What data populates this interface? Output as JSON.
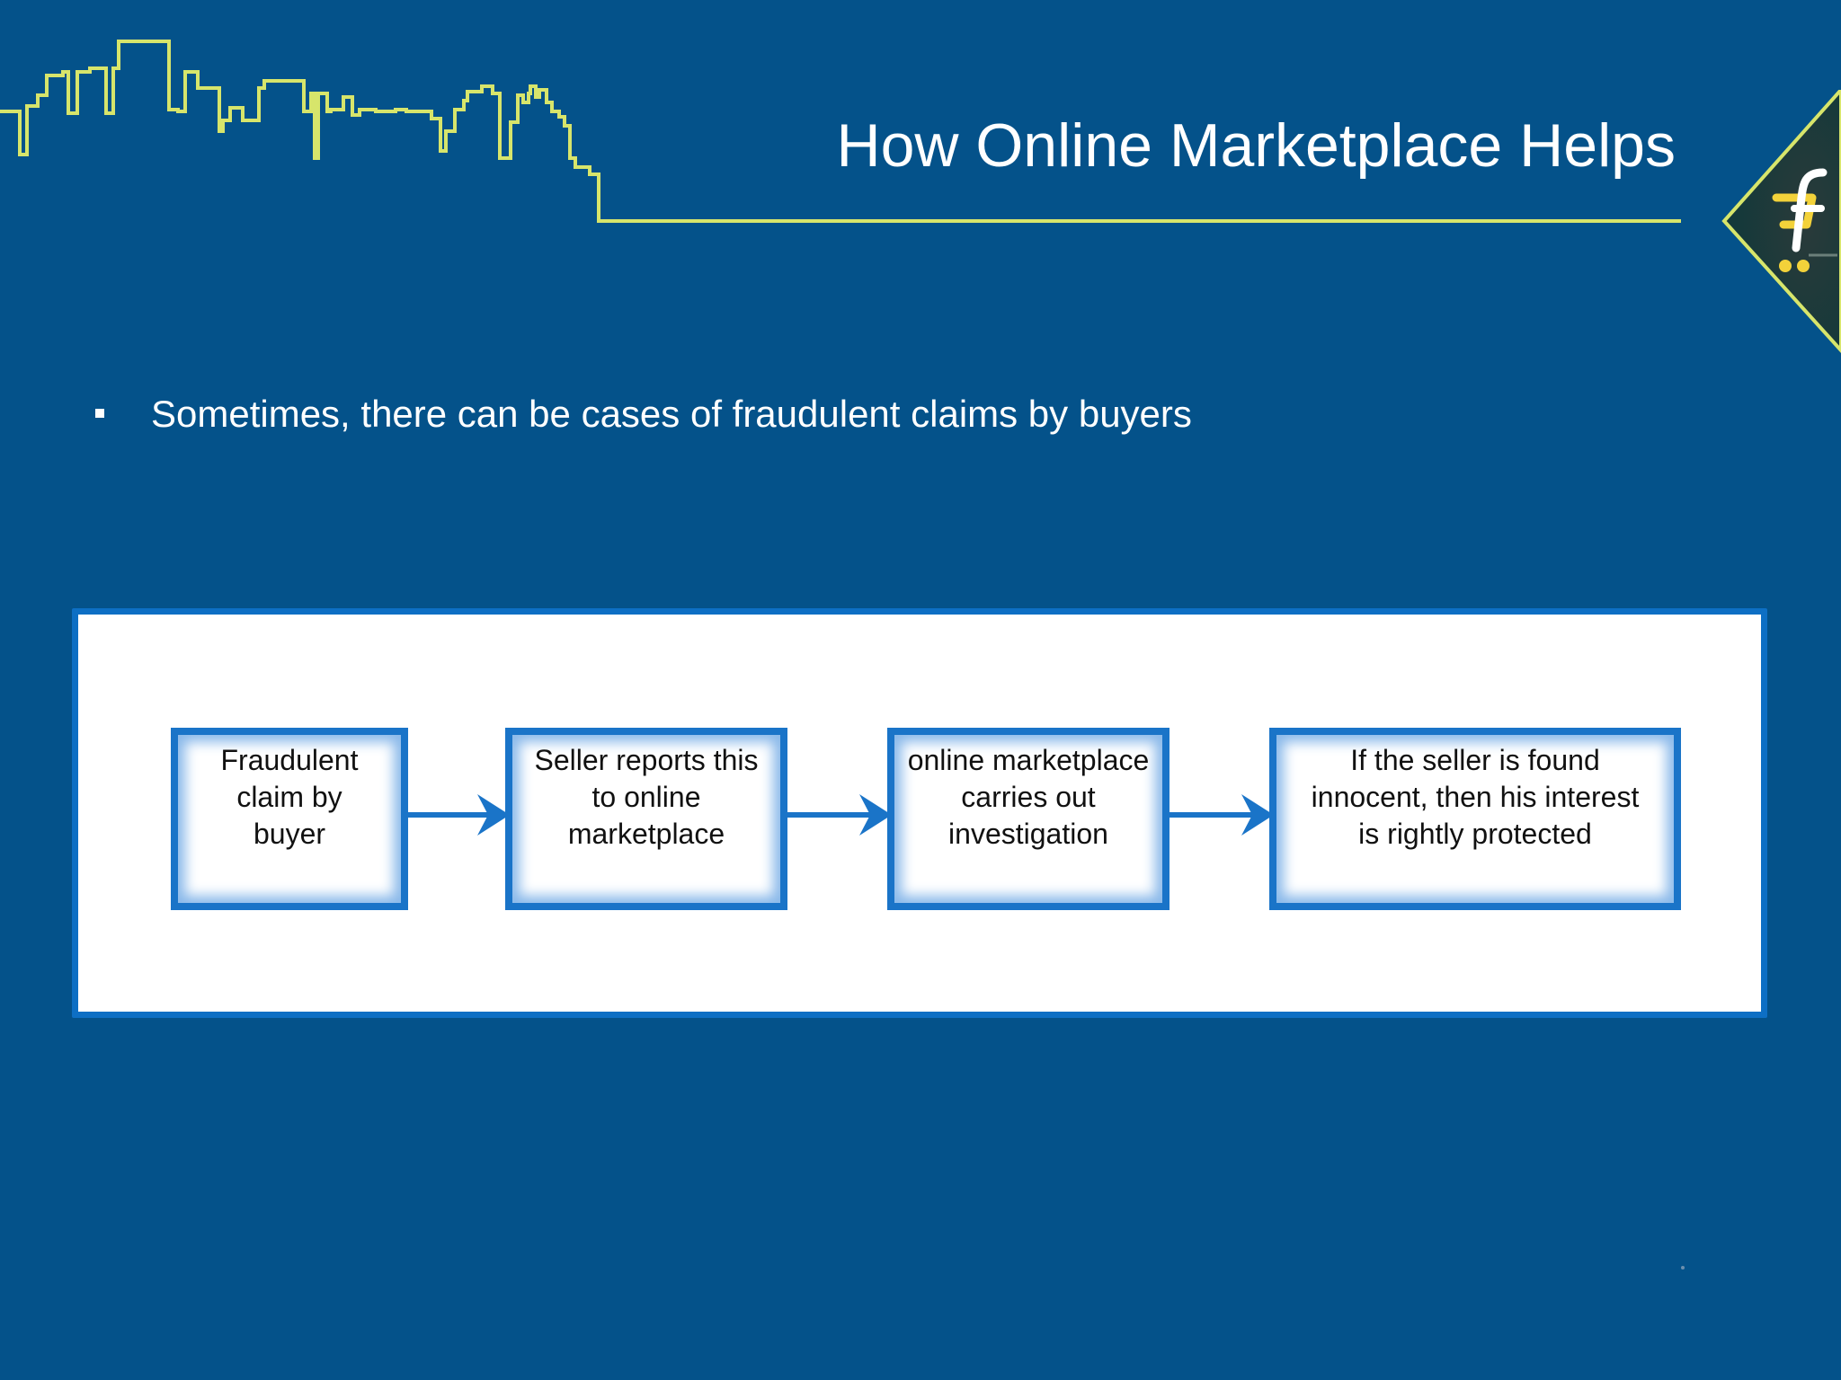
{
  "slide": {
    "title": "How Online Marketplace Helps",
    "bullet": "Sometimes, there can be cases of fraudulent claims by buyers"
  },
  "flow": {
    "steps": [
      {
        "lines": [
          "Fraudulent",
          "claim by",
          "buyer"
        ]
      },
      {
        "lines": [
          "Seller reports this",
          "to online",
          "marketplace"
        ]
      },
      {
        "lines": [
          "online marketplace",
          "carries out",
          "investigation"
        ]
      },
      {
        "lines": [
          "If the seller is found",
          "innocent, then his interest",
          "is rightly protected"
        ]
      }
    ]
  },
  "colors": {
    "background": "#04528a",
    "skyline": "#d7e56b",
    "panel_border": "#0d6fc4",
    "box_border": "#1a74c8"
  },
  "icons": {
    "skyline": "city-skyline-icon",
    "logo": "shopping-cart-f-logo"
  }
}
